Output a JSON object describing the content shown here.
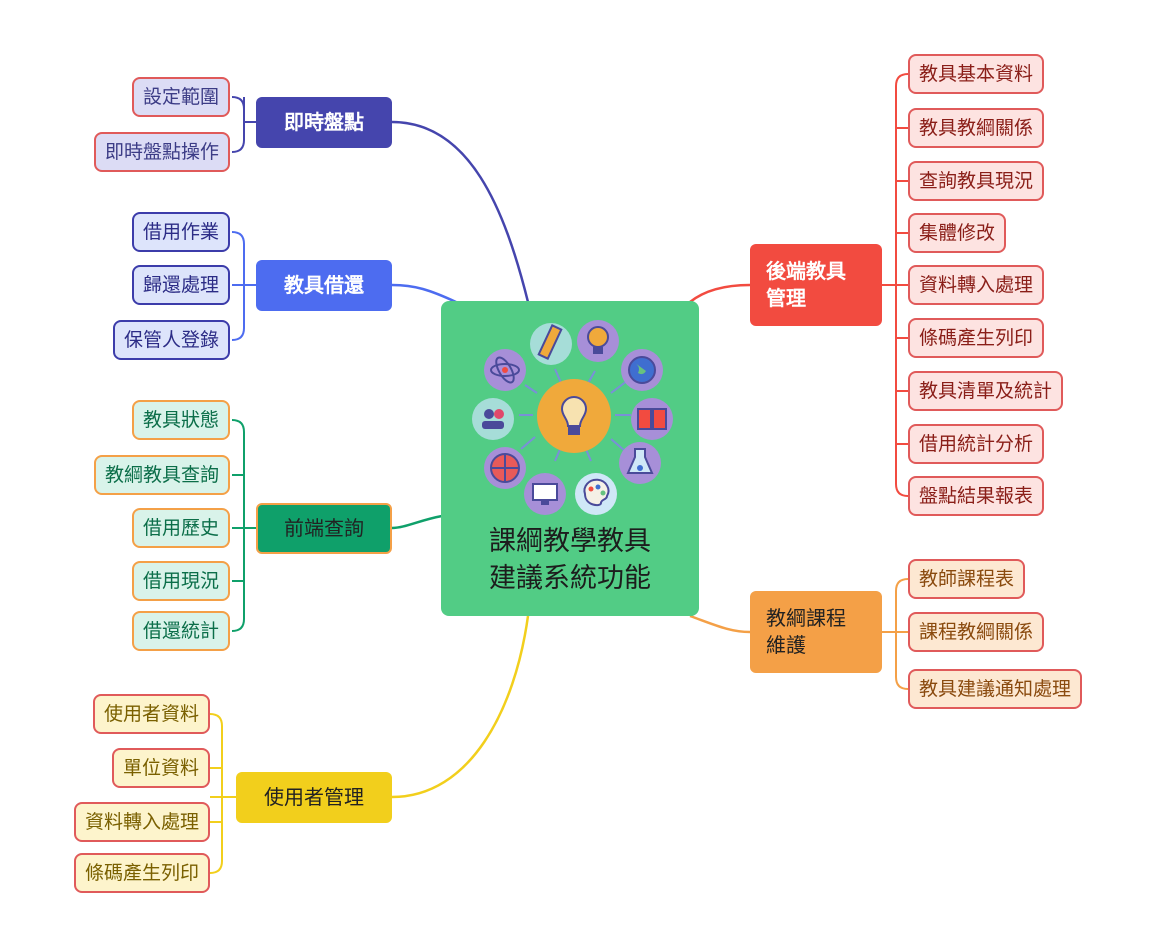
{
  "center": {
    "title_line1": "課綱教學教具",
    "title_line2": "建議系統功能"
  },
  "branches": {
    "inventory": {
      "label": "即時盤點",
      "color": "#4545ad",
      "children": [
        "設定範圍",
        "即時盤點操作"
      ]
    },
    "lending": {
      "label": "教具借還",
      "color": "#4d6cf0",
      "children": [
        "借用作業",
        "歸還處理",
        "保管人登錄"
      ]
    },
    "frontend": {
      "label": "前端查詢",
      "color": "#0fa06a",
      "children": [
        "教具狀態",
        "教綱教具查詢",
        "借用歷史",
        "借用現況",
        "借還統計"
      ]
    },
    "users": {
      "label": "使用者管理",
      "color": "#f2cf1c",
      "children": [
        "使用者資料",
        "單位資料",
        "資料轉入處理",
        "條碼產生列印"
      ]
    },
    "backend": {
      "label_line1": "後端教具",
      "label_line2": "管理",
      "color": "#f24b40",
      "children": [
        "教具基本資料",
        "教具教綱關係",
        "查詢教具現況",
        "集體修改",
        "資料轉入處理",
        "條碼產生列印",
        "教具清單及統計",
        "借用統計分析",
        "盤點結果報表"
      ]
    },
    "curriculum": {
      "label_line1": "教綱課程",
      "label_line2": "維護",
      "color": "#f4a047",
      "children": [
        "教師課程表",
        "課程教綱關係",
        "教具建議通知處理"
      ]
    }
  }
}
